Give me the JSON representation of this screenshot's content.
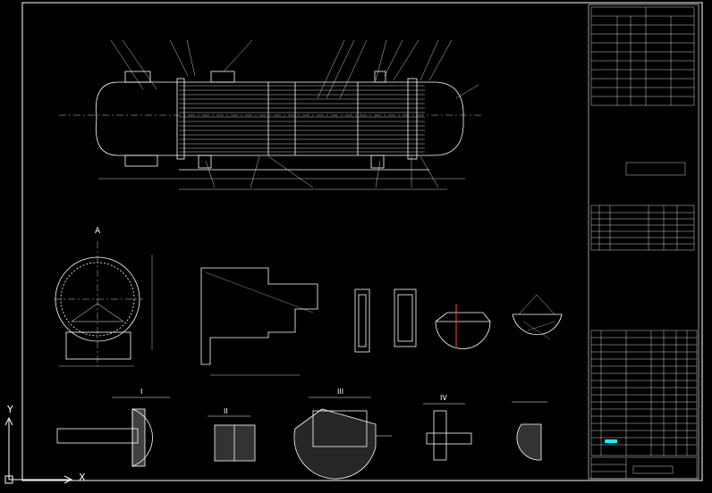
{
  "viewport": {
    "background": "#000000"
  },
  "colors": {
    "line": "#ffffff",
    "hatch": "#ffffff",
    "highlight": "#00ffff",
    "accent_red": "#ff4444"
  },
  "ucs": {
    "x_label": "X",
    "y_label": "Y"
  },
  "sections": {
    "a_view": "A",
    "view_i": "I",
    "view_ii": "II",
    "view_iii": "III",
    "view_iv": "IV"
  }
}
